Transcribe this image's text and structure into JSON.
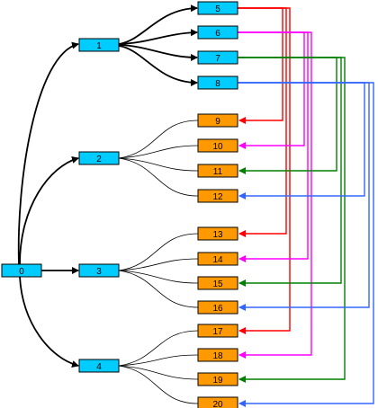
{
  "nodes": {
    "n0": {
      "label": "0",
      "color": "#00ccff"
    },
    "n1": {
      "label": "1",
      "color": "#00ccff"
    },
    "n2": {
      "label": "2",
      "color": "#00ccff"
    },
    "n3": {
      "label": "3",
      "color": "#00ccff"
    },
    "n4": {
      "label": "4",
      "color": "#00ccff"
    },
    "n5": {
      "label": "5",
      "color": "#00ccff"
    },
    "n6": {
      "label": "6",
      "color": "#00ccff"
    },
    "n7": {
      "label": "7",
      "color": "#00ccff"
    },
    "n8": {
      "label": "8",
      "color": "#00ccff"
    },
    "n9": {
      "label": "9",
      "color": "#ff9900"
    },
    "n10": {
      "label": "10",
      "color": "#ff9900"
    },
    "n11": {
      "label": "11",
      "color": "#ff9900"
    },
    "n12": {
      "label": "12",
      "color": "#ff9900"
    },
    "n13": {
      "label": "13",
      "color": "#ff9900"
    },
    "n14": {
      "label": "14",
      "color": "#ff9900"
    },
    "n15": {
      "label": "15",
      "color": "#ff9900"
    },
    "n16": {
      "label": "16",
      "color": "#ff9900"
    },
    "n17": {
      "label": "17",
      "color": "#ff9900"
    },
    "n18": {
      "label": "18",
      "color": "#ff9900"
    },
    "n19": {
      "label": "19",
      "color": "#ff9900"
    },
    "n20": {
      "label": "20",
      "color": "#ff9900"
    }
  },
  "edge_colors": {
    "from_5": "#ff0000",
    "from_6": "#ff00ff",
    "from_7": "#008000",
    "from_8": "#3366ff"
  }
}
